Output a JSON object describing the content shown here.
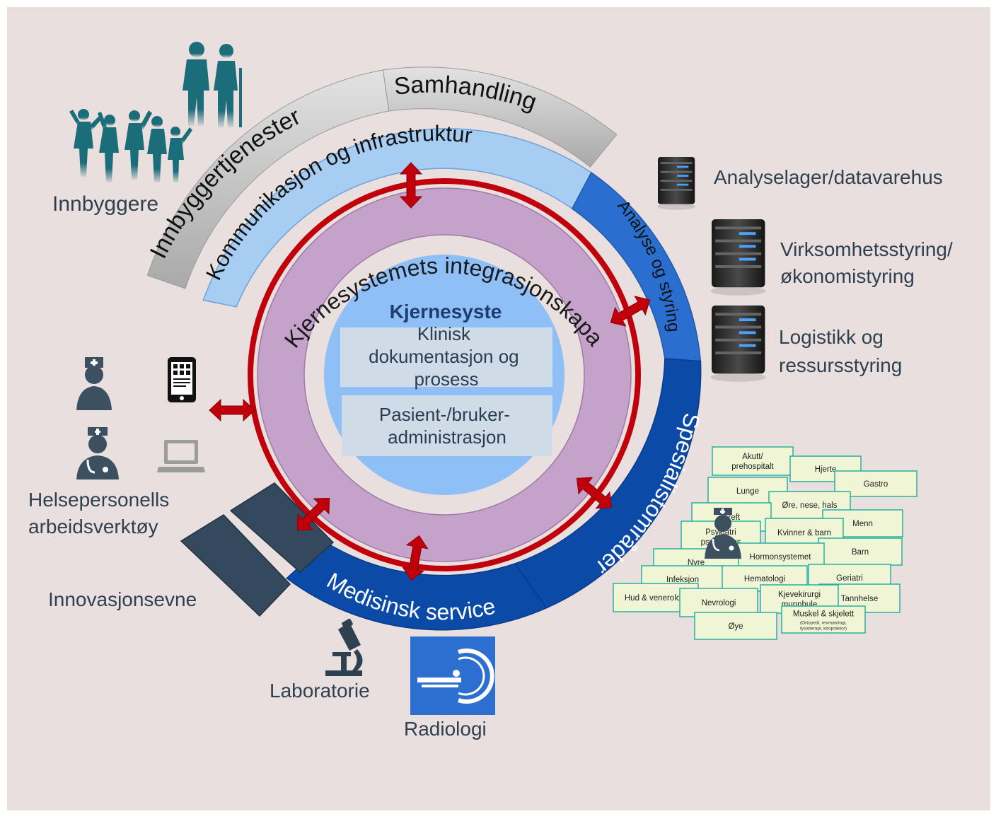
{
  "rings": {
    "innbyggertjenester": "Innbyggertjenester",
    "samhandling": "Samhandling",
    "kommunikasjon": "Kommunikasjon og infrastruktur",
    "analyse": "Analyse og styring",
    "integrasjon": "Kjernesystemets integrasjonskapabilitet",
    "spesialist": "Spesialistområder",
    "medisinsk": "Medisinsk service"
  },
  "core": {
    "title": "Kjernesyste",
    "box1": [
      "Klinisk",
      "dokumentasjon og",
      "prosess"
    ],
    "box2": [
      "Pasient-/bruker-",
      "administrasjon"
    ]
  },
  "labels": {
    "innbyggere": "Innbyggere",
    "helsepersonell": [
      "Helsepersonells",
      "arbeidsverktøy"
    ],
    "innovasjon": "Innovasjonsevne",
    "laboratorie": "Laboratorie",
    "radiologi": "Radiologi",
    "analyselager": "Analyselager/datavarehus",
    "virksomhet": [
      "Virksomhetsstyring/",
      "økonomistyring"
    ],
    "logistikk": [
      "Logistikk og",
      "ressursstyring"
    ]
  },
  "cards": [
    {
      "label": [
        "Akutt/",
        "prehospitalt"
      ]
    },
    {
      "label": [
        "Hjerte"
      ]
    },
    {
      "label": [
        "Gastro"
      ]
    },
    {
      "label": [
        "Lunge"
      ]
    },
    {
      "label": [
        "Øre, nese, hals"
      ]
    },
    {
      "label": [
        "Kreft"
      ]
    },
    {
      "label": [
        "Menn"
      ]
    },
    {
      "label": [
        "Psykiatri",
        "psykisk/rus"
      ]
    },
    {
      "label": [
        "Kvinner & barn"
      ]
    },
    {
      "label": [
        "Barn"
      ]
    },
    {
      "label": [
        "Hormonsystemet"
      ]
    },
    {
      "label": [
        "Nyre"
      ]
    },
    {
      "label": [
        "Geriatri"
      ]
    },
    {
      "label": [
        "Infeksjon"
      ]
    },
    {
      "label": [
        "Hematologi"
      ]
    },
    {
      "label": [
        "Tannhelse"
      ]
    },
    {
      "label": [
        "Hud & venerologi"
      ]
    },
    {
      "label": [
        "Kjevekirurgi",
        "munnhule"
      ]
    },
    {
      "label": [
        "Nevrologi"
      ]
    },
    {
      "label": [
        "Muskel & skjelett"
      ],
      "sub": [
        "(Ortopedi,  revmatologi,",
        "fysioterapi,  kiropraktor)"
      ]
    },
    {
      "label": [
        "Øye"
      ]
    }
  ],
  "colors": {
    "background": "#e9dfde",
    "gray_band": "#c4c4c4",
    "light_blue_band": "#a7cdf3",
    "blue_band": "#2a6fd0",
    "dark_blue_band": "#0c4aa8",
    "red_ring": "#c0000b",
    "lilac_ring": "#c4a2ca",
    "core": "#8fbff7",
    "teal": "#1c6d7a",
    "card_fill": "#eff5d5",
    "card_border": "#2ab09e"
  }
}
